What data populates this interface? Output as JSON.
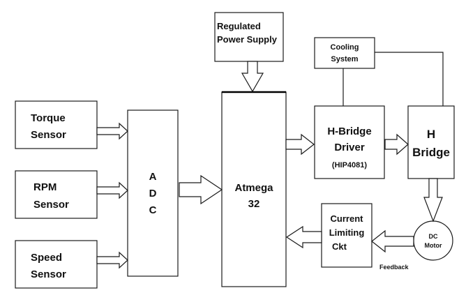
{
  "blocks": {
    "torque_sensor": [
      "Torque",
      "Sensor"
    ],
    "rpm_sensor": [
      "RPM",
      "Sensor"
    ],
    "speed_sensor": [
      "Speed",
      "Sensor"
    ],
    "adc": [
      "A",
      "D",
      "C"
    ],
    "power_supply": [
      "Regulated",
      "Power Supply"
    ],
    "microcontroller": [
      "Atmega",
      "32"
    ],
    "cooling_system": [
      "Cooling",
      "System"
    ],
    "hbridge_driver": [
      "H-Bridge",
      "Driver",
      "(HIP4081)"
    ],
    "hbridge": [
      "H",
      "Bridge"
    ],
    "current_limiting": [
      "Current",
      "Limiting",
      "Ckt"
    ],
    "dc_motor": [
      "DC",
      "Motor"
    ]
  },
  "annotations": {
    "feedback": "Feedback"
  }
}
